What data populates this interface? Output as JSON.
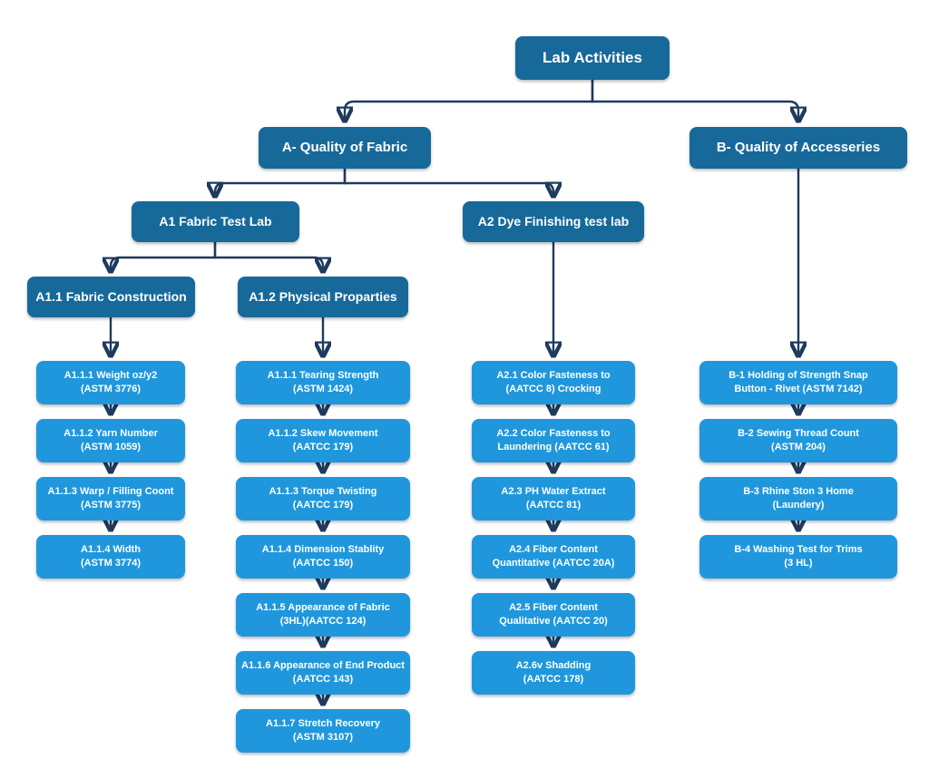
{
  "colors": {
    "node-dark": "#17699A",
    "node-light": "#2097DC",
    "connector": "#1E3A5C",
    "bg": "#FFFFFF"
  },
  "chart": {
    "root": {
      "label": "Lab Activities"
    },
    "level2": {
      "a": "A- Quality of Fabric",
      "b": "B- Quality of Accesseries"
    },
    "level3": {
      "a1": "A1 Fabric Test Lab",
      "a2": "A2 Dye Finishing test lab"
    },
    "level4": {
      "a11": "A1.1 Fabric Construction",
      "a12": "A1.2 Physical Proparties"
    },
    "col_a11": [
      "A1.1.1 Weight oz/y2\n(ASTM 3776)",
      "A1.1.2 Yarn Number\n(ASTM 1059)",
      "A1.1.3 Warp / Filling Coont\n(ASTM 3775)",
      "A1.1.4 Width\n(ASTM 3774)"
    ],
    "col_a12": [
      "A1.1.1 Tearing Strength\n(ASTM 1424)",
      "A1.1.2 Skew Movement\n(AATCC 179)",
      "A1.1.3 Torque Twisting\n(AATCC 179)",
      "A1.1.4 Dimension Stablity\n(AATCC 150)",
      "A1.1.5 Appearance of Fabric\n(3HL)(AATCC 124)",
      "A1.1.6 Appearance of End Product\n(AATCC 143)",
      "A1.1.7 Stretch Recovery\n(ASTM 3107)"
    ],
    "col_a2": [
      "A2.1 Color Fasteness to\n(AATCC 8) Crocking",
      "A2.2 Color Fasteness to\nLaundering (AATCC 61)",
      "A2.3 PH Water Extract\n(AATCC 81)",
      "A2.4 Fiber Content\nQuantitative (AATCC 20A)",
      "A2.5 Fiber Content\nQualitative (AATCC 20)",
      "A2.6v Shadding\n(AATCC 178)"
    ],
    "col_b": [
      "B-1 Holding of Strength Snap\nButton - Rivet (ASTM 7142)",
      "B-2 Sewing Thread Count\n(ASTM 204)",
      "B-3 Rhine Ston 3 Home\n(Laundery)",
      "B-4 Washing Test for Trims\n(3 HL)"
    ]
  }
}
